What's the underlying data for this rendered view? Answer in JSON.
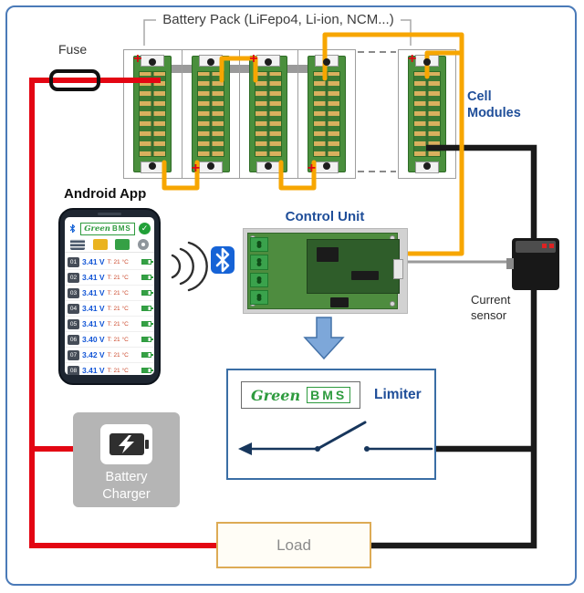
{
  "colors": {
    "frame_blue": "#4a7ab8",
    "label_blue": "#1f4e99",
    "wire_red": "#e30613",
    "wire_orange": "#f7a600",
    "wire_black": "#1a1a1a",
    "cable_gray": "#9a9a9a",
    "bracket_gray": "#a8a8a8",
    "pcb_green": "#4a8f3d",
    "logo_green": "#2e9b3e",
    "arrow_blue_fill": "#7da7d9",
    "arrow_blue_edge": "#4472a8",
    "charger_gray": "#b5b5b5",
    "load_border": "#ddab55",
    "bt_blue": "#1663d6",
    "voltage_blue": "#1356d6",
    "temp_red": "#cc4b2e",
    "plus_red": "#e10613",
    "switch_navy": "#17365c"
  },
  "title": "Battery Pack (LiFepo4, Li-ion, NCM...)",
  "labels": {
    "fuse": "Fuse",
    "cell_modules": [
      "Cell",
      "Modules"
    ],
    "android_app": "Android App",
    "control_unit": "Control Unit",
    "current_sensor": [
      "Current",
      "sensor"
    ],
    "load": "Load",
    "battery_charger": [
      "Battery",
      "Charger"
    ]
  },
  "battery_pack": {
    "plus_symbol": "+",
    "modules": [
      {
        "plus": "top"
      },
      {
        "plus": "bottom"
      },
      {
        "plus": "top"
      },
      {
        "plus": "bottom"
      },
      {
        "plus": "top"
      }
    ]
  },
  "phone": {
    "logo": {
      "green": "Green",
      "bms": "BMS"
    },
    "status_check": "✓",
    "rows": [
      {
        "num": "01",
        "voltage": "3.41 V",
        "temp": "T: 21 °C"
      },
      {
        "num": "02",
        "voltage": "3.41 V",
        "temp": "T: 21 °C"
      },
      {
        "num": "03",
        "voltage": "3.41 V",
        "temp": "T: 21 °C"
      },
      {
        "num": "04",
        "voltage": "3.41 V",
        "temp": "T: 21 °C"
      },
      {
        "num": "05",
        "voltage": "3.41 V",
        "temp": "T: 21 °C"
      },
      {
        "num": "06",
        "voltage": "3.40 V",
        "temp": "T: 21 °C"
      },
      {
        "num": "07",
        "voltage": "3.42 V",
        "temp": "T: 21 °C"
      },
      {
        "num": "08",
        "voltage": "3.41 V",
        "temp": "T: 21 °C"
      }
    ]
  },
  "limiter": {
    "label": "Limiter",
    "logo": {
      "green": "Green",
      "bms": "BMS"
    }
  }
}
